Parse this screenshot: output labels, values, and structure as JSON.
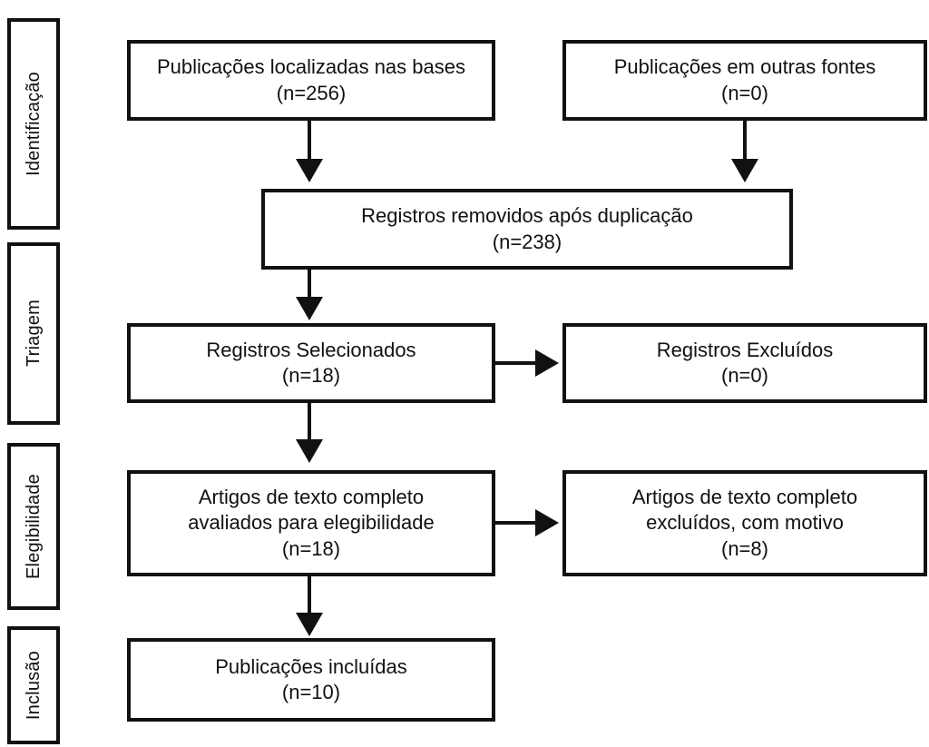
{
  "diagram": {
    "type": "prisma-flow-diagram",
    "language": "pt-BR",
    "colors": {
      "stroke": "#111111",
      "background": "#ffffff"
    },
    "stages": [
      {
        "id": "identificacao",
        "label": "Identificação"
      },
      {
        "id": "triagem",
        "label": "Triagem"
      },
      {
        "id": "elegibilidade",
        "label": "Elegibilidade"
      },
      {
        "id": "inclusao",
        "label": "Inclusão"
      }
    ],
    "boxes": [
      {
        "id": "records-databases",
        "stage": "identificacao",
        "line1": "Publicações localizadas nas bases",
        "line2": "(n=256)",
        "n": 256
      },
      {
        "id": "records-other-sources",
        "stage": "identificacao",
        "line1": "Publicações em outras fontes",
        "line2": "(n=0)",
        "n": 0
      },
      {
        "id": "duplicates-removed",
        "stage": "identificacao",
        "line1": "Registros removidos após duplicação",
        "line2": "(n=238)",
        "n": 238
      },
      {
        "id": "records-screened",
        "stage": "triagem",
        "line1": "Registros Selecionados",
        "line2": "(n=18)",
        "n": 18
      },
      {
        "id": "records-excluded",
        "stage": "triagem",
        "line1": "Registros Excluídos",
        "line2": "(n=0)",
        "n": 0
      },
      {
        "id": "fulltext-assessed",
        "stage": "elegibilidade",
        "line1": "Artigos de texto completo",
        "line2": "avaliados para elegibilidade",
        "line3": "(n=18)",
        "n": 18
      },
      {
        "id": "fulltext-excluded",
        "stage": "elegibilidade",
        "line1": "Artigos de texto completo",
        "line2": "excluídos, com motivo",
        "line3": "(n=8)",
        "n": 8
      },
      {
        "id": "studies-included",
        "stage": "inclusao",
        "line1": "Publicações incluídas",
        "line2": "(n=10)",
        "n": 10
      }
    ]
  }
}
